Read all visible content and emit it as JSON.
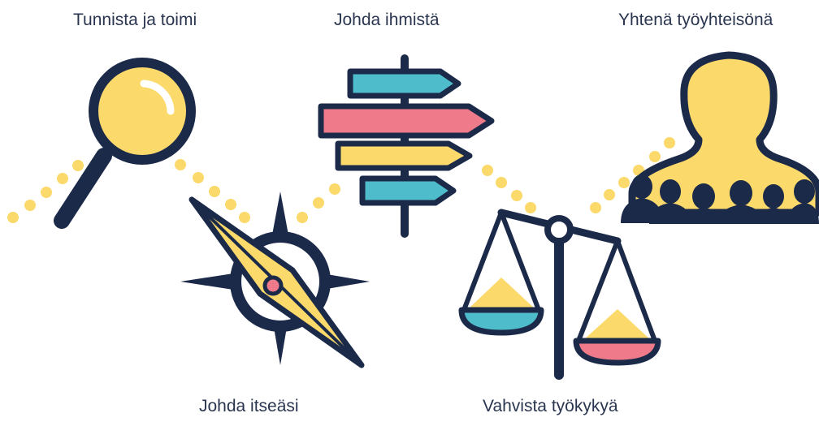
{
  "steps": [
    {
      "label": "Tunnista ja toimi",
      "icon": "magnifier-icon"
    },
    {
      "label": "Johda ihmistä",
      "icon": "signpost-icon"
    },
    {
      "label": "Yhtenä työyhteisönä",
      "icon": "people-icon"
    },
    {
      "label": "Johda itseäsi",
      "icon": "compass-icon"
    },
    {
      "label": "Vahvista työkykyä",
      "icon": "scales-icon"
    }
  ],
  "colors": {
    "navy": "#1c2a4a",
    "yellow": "#fbd96b",
    "pink": "#ee7a8a",
    "teal": "#4fbccc",
    "text": "#2a3550"
  }
}
